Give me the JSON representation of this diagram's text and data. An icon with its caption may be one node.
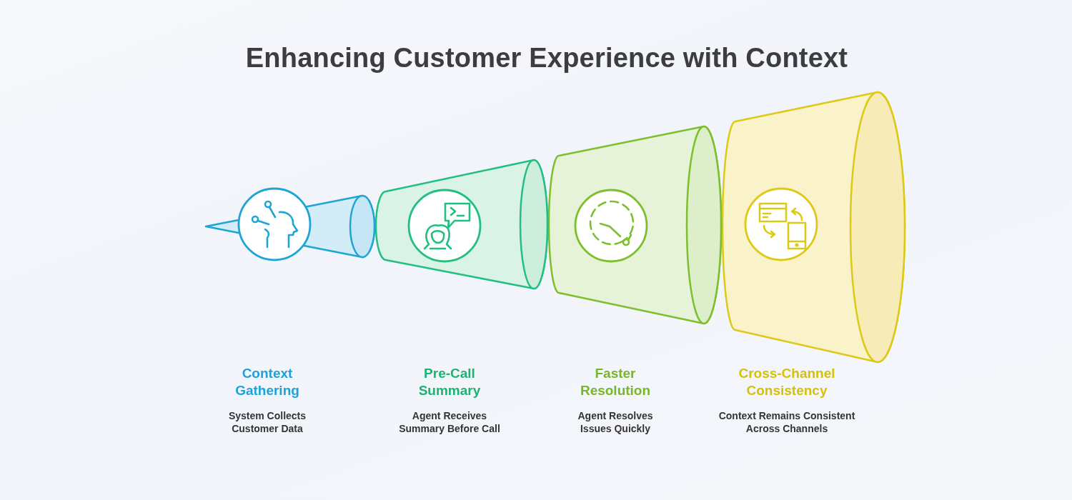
{
  "diagram": {
    "title": "Enhancing Customer Experience with Context",
    "nodes": [
      {
        "text": [],
        "shape": "cone",
        "beside": [
          "Context Gathering",
          "System Collects Customer Data"
        ]
      },
      {
        "text": [],
        "shape": "cone",
        "beside": [
          "Pre-Call Summary",
          "Agent Receives Summary Before Call"
        ]
      },
      {
        "text": [],
        "shape": "cone",
        "beside": [
          "Faster Resolution",
          "Agent Resolves Issues Quickly"
        ]
      },
      {
        "text": [],
        "shape": "cone",
        "beside": [
          "Cross-Channel Consistency",
          "Context Remains Consistent Across Channels"
        ]
      }
    ]
  }
}
